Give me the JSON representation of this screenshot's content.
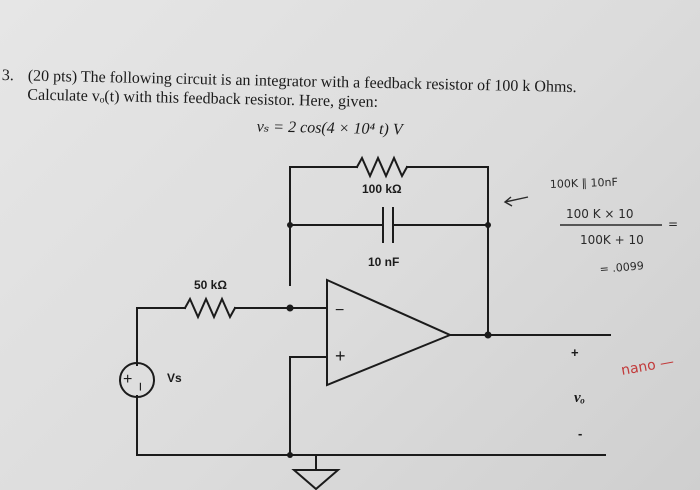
{
  "problem": {
    "number": "3.",
    "line1": "(20 pts) The following circuit is an integrator with a feedback resistor of 100 k Ohms.",
    "line2": "Calculate vₒ(t) with this  feedback resistor. Here, given:",
    "equation": "vₛ = 2 cos(4 × 10⁴ t) V"
  },
  "circuit": {
    "feedback_resistor": "100 kΩ",
    "feedback_capacitor": "10 nF",
    "input_resistor": "50 kΩ",
    "source_label": "Vs",
    "source_plus": "+",
    "source_minus": "−",
    "opamp_minus": "−",
    "opamp_plus": "+",
    "output_plus": "+",
    "output_label": "vₒ",
    "output_minus": "-"
  },
  "handwritten": {
    "note1": "100K ∥ 10nF",
    "fraction_num": "100 K × 10",
    "fraction_den": "100K + 10",
    "fraction_eq": "=",
    "result": "= .0099",
    "nano": "nano —"
  },
  "colors": {
    "ink": "#1b1b1b",
    "pen_black": "#2a2a2a",
    "pen_red": "#c23a3a",
    "paper": "#e0e0e0"
  }
}
